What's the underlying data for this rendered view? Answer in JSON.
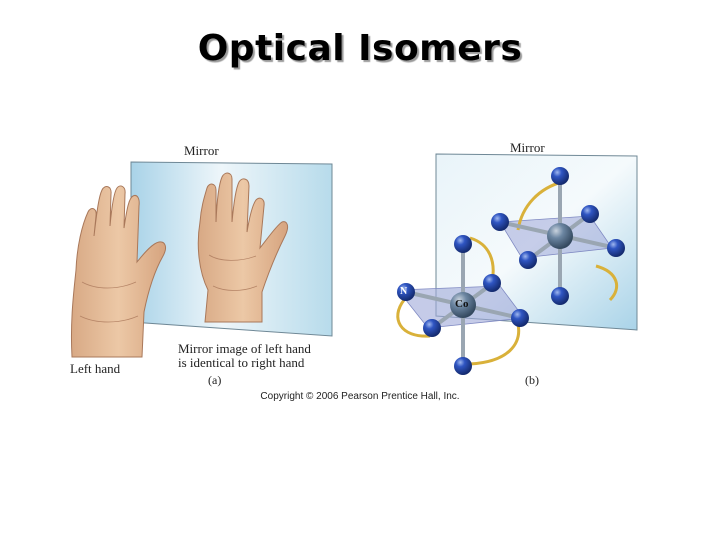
{
  "slide": {
    "title": "Optical Isomers"
  },
  "panel_a": {
    "mirror_label": "Mirror",
    "left_hand_label": "Left hand",
    "caption_line1": "Mirror image of left hand",
    "caption_line2": "is identical to right hand",
    "panel_label": "(a)"
  },
  "panel_b": {
    "mirror_label": "Mirror",
    "atom_co": "Co",
    "atom_n": "N",
    "panel_label": "(b)"
  },
  "copyright": "Copyright © 2006 Pearson Prentice Hall, Inc.",
  "colors": {
    "mirror_light": "#eef6fa",
    "mirror_blue": "#a9d3e8",
    "skin": "#e7c19c",
    "atom_blue": "#1f3f9a",
    "bond_gray": "#9aa6b2",
    "ring_gold": "#d9b13a"
  }
}
